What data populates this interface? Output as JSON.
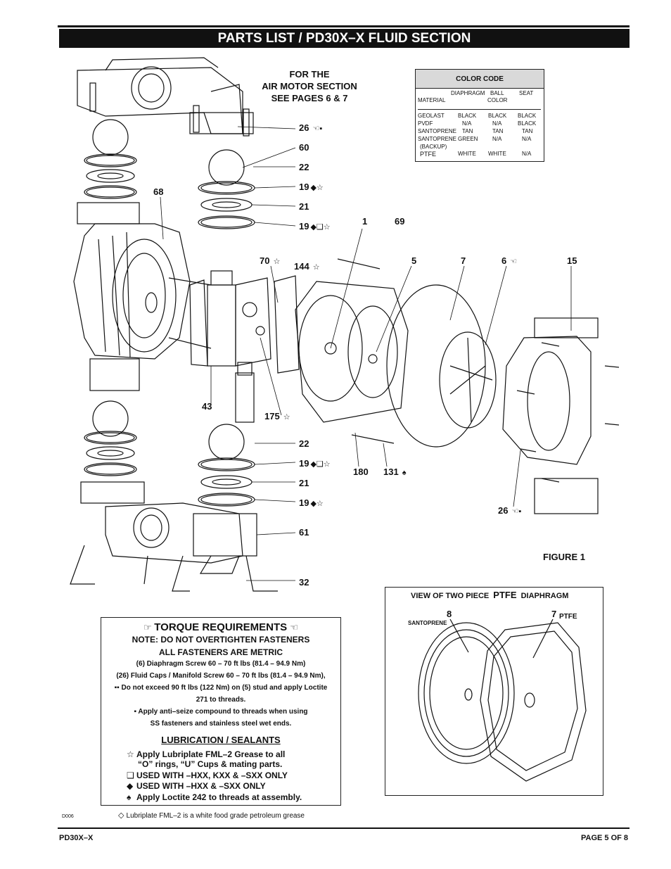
{
  "header": {
    "title": "PARTS LIST / PD30X–X FLUID SECTION"
  },
  "air_motor_note": {
    "line1": "FOR THE",
    "line2": "AIR MOTOR SECTION",
    "line3": "SEE PAGES 6 & 7"
  },
  "color_code": {
    "title": "COLOR CODE",
    "col_material": "MATERIAL",
    "col_diaphragm": "DIAPHRAGM",
    "col_ball": "BALL",
    "col_ball2": "COLOR",
    "col_seat": "SEAT",
    "rows": [
      {
        "material": "GEOLAST",
        "diaphragm": "BLACK",
        "ball": "BLACK",
        "seat": "BLACK"
      },
      {
        "material": "PVDF",
        "diaphragm": "N/A",
        "ball": "N/A",
        "seat": "BLACK"
      },
      {
        "material": "SANTOPRENE",
        "diaphragm": "TAN",
        "ball": "TAN",
        "seat": "TAN"
      },
      {
        "material": "SANTOPRENE",
        "diaphragm": "GREEN",
        "ball": "N/A",
        "seat": "N/A"
      },
      {
        "material": "(BACKUP)",
        "diaphragm": "",
        "ball": "",
        "seat": ""
      },
      {
        "material": "PTFE",
        "diaphragm": "WHITE",
        "ball": "WHITE",
        "seat": "N/A"
      }
    ]
  },
  "callouts": {
    "c26a": "26",
    "c60": "60",
    "c22a": "22",
    "c19a": "19",
    "c21a": "21",
    "c19b": "19",
    "c68": "68",
    "c1": "1",
    "c69": "69",
    "c70": "70",
    "c144": "144",
    "c5": "5",
    "c7": "7",
    "c6": "6",
    "c15": "15",
    "c43": "43",
    "c175": "175",
    "c22b": "22",
    "c19c": "19",
    "c21b": "21",
    "c19d": "19",
    "c180": "180",
    "c131": "131",
    "c26b": "26",
    "c61": "61",
    "c32": "32"
  },
  "figure_label": "FIGURE 1",
  "view_box": {
    "title_a": "VIEW OF TWO PIECE",
    "title_b": "PTFE",
    "title_c": "DIAPHRAGM",
    "num8": "8",
    "label8": "SANTOPRENE",
    "num7": "7",
    "label7": "PTFE"
  },
  "torque": {
    "heading": "TORQUE REQUIREMENTS",
    "note1": "NOTE: DO NOT OVERTIGHTEN FASTENERS",
    "note2": "ALL FASTENERS ARE METRIC",
    "line1": "(6) Diaphragm Screw 60 – 70 ft lbs (81.4 – 94.9 Nm)",
    "line2": "(26) Fluid Caps / Manifold Screw 60 – 70 ft lbs (81.4 – 94.9 Nm),",
    "line3": "Do not exceed 90 ft lbs (122 Nm) on (5) stud and apply Loctite",
    "line4": "271 to threads.",
    "line5": "Apply anti–seize compound to threads when using",
    "line6": "SS fasteners and stainless steel wet ends.",
    "lube_heading": "LUBRICATION / SEALANTS",
    "lube1a": "Apply Lubriplate FML–2 Grease to all",
    "lube1b": "“O” rings, “U” Cups & mating parts.",
    "lube2": "USED WITH –HXX, KXX & –SXX ONLY",
    "lube3": "USED WITH –HXX & –SXX ONLY",
    "lube4": "Apply Loctite 242 to threads at assembly."
  },
  "footnote": "Lubriplate FML–2 is a white food grade petroleum grease",
  "drawing_code": "D006",
  "footer": {
    "model": "PD30X–X",
    "page": "PAGE  5 OF 8"
  }
}
